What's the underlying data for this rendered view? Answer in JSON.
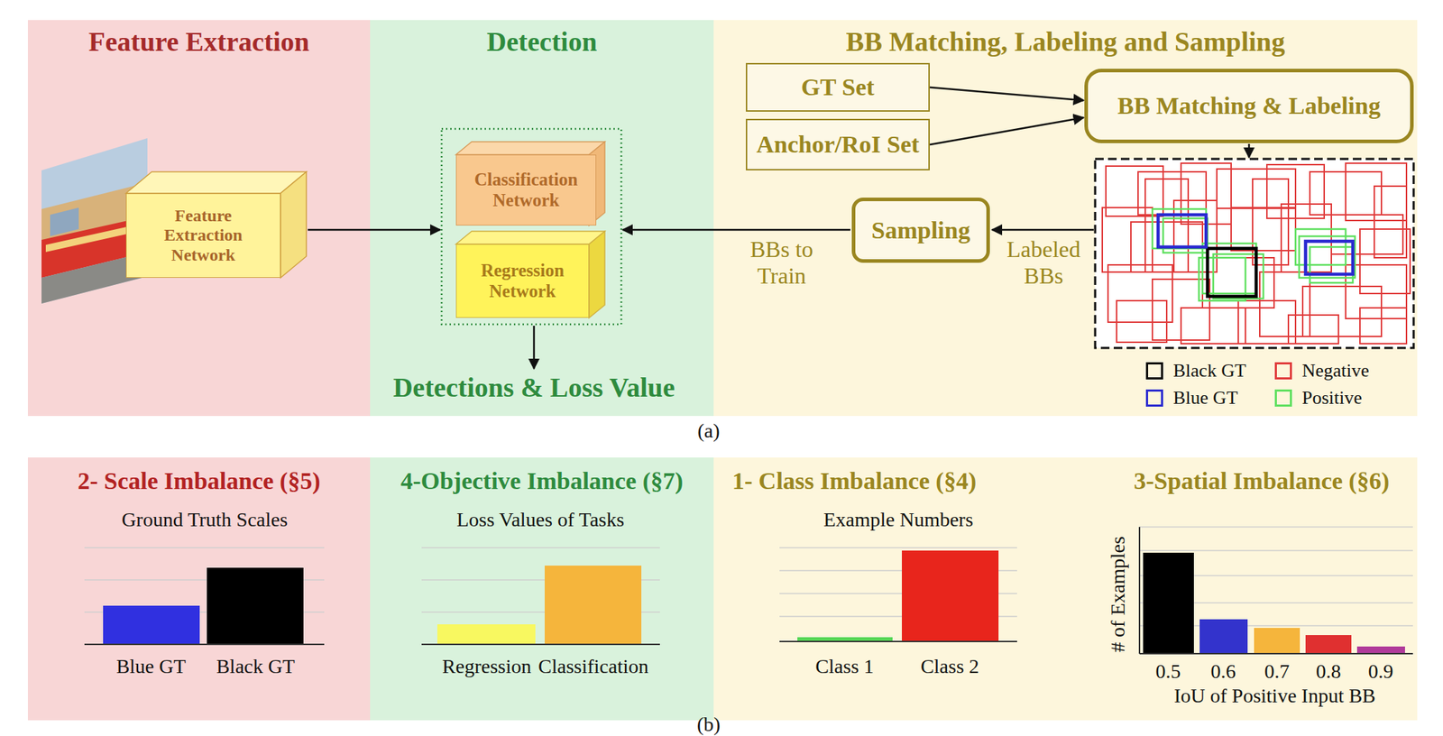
{
  "diagram": {
    "nodes": [
      {
        "text": [
          "Feature Extraction"
        ]
      },
      {
        "text": [
          "Detection"
        ]
      },
      {
        "text": [
          "BB Matching, Labeling and Sampling"
        ]
      },
      {
        "text": [
          "Feature Extraction Network"
        ],
        "in": 0
      },
      {
        "text": [
          "Classification Network"
        ],
        "in": 1
      },
      {
        "text": [
          "Regression Network"
        ],
        "in": 1
      },
      {
        "text": [
          "GT Set"
        ],
        "in": 2
      },
      {
        "text": [
          "Anchor/RoI Set"
        ],
        "in": 2
      },
      {
        "text": [
          "BB Matching & Labeling"
        ],
        "in": 2
      },
      {
        "text": [
          "Sampling"
        ],
        "in": 2
      },
      {
        "text": [
          "2- Scale Imbalance (§5)"
        ]
      },
      {
        "text": [
          "4-Objective Imbalance (§7)"
        ]
      },
      {
        "text": [
          "1- Class Imbalance (§4)"
        ]
      },
      {
        "text": [
          "3-Spatial Imbalance (§6)"
        ]
      }
    ],
    "edges": [
      {
        "from": 6,
        "to": 8,
        "arrow": "to"
      },
      {
        "from": 7,
        "to": 8,
        "arrow": "to"
      }
    ],
    "labels": [
      "Detections & Loss Value",
      "BBs to Train",
      "Labeled BBs",
      "(a)",
      "Ground Truth Scales",
      "Blue GT",
      "Black GT",
      "Loss Values of Tasks",
      "Regression",
      "Classification",
      "Example Numbers",
      "Class 1",
      "Class 2",
      "# of Examples",
      "0.5",
      "0.6",
      "0.7",
      "0.8",
      "0.9",
      "IoU of Positive Input BB",
      "(b)"
    ],
    "legend": [
      {
        "text": "Black GT",
        "color": "#000000"
      },
      {
        "text": "Negative",
        "color": "#e03a3a"
      },
      {
        "text": "Blue GT",
        "color": "#2a2ad0"
      },
      {
        "text": "Positive",
        "color": "#5fe05f"
      }
    ]
  }
}
